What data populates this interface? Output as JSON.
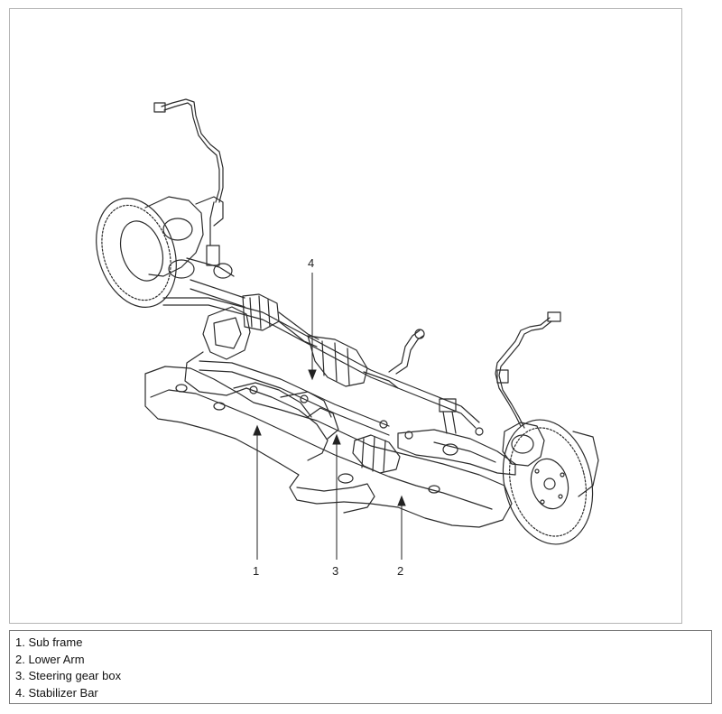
{
  "callouts": [
    {
      "number": "1"
    },
    {
      "number": "2"
    },
    {
      "number": "3"
    },
    {
      "number": "4"
    }
  ],
  "legend": [
    "1. Sub frame",
    "2. Lower Arm",
    "3. Steering gear box",
    "4. Stabilizer Bar"
  ]
}
